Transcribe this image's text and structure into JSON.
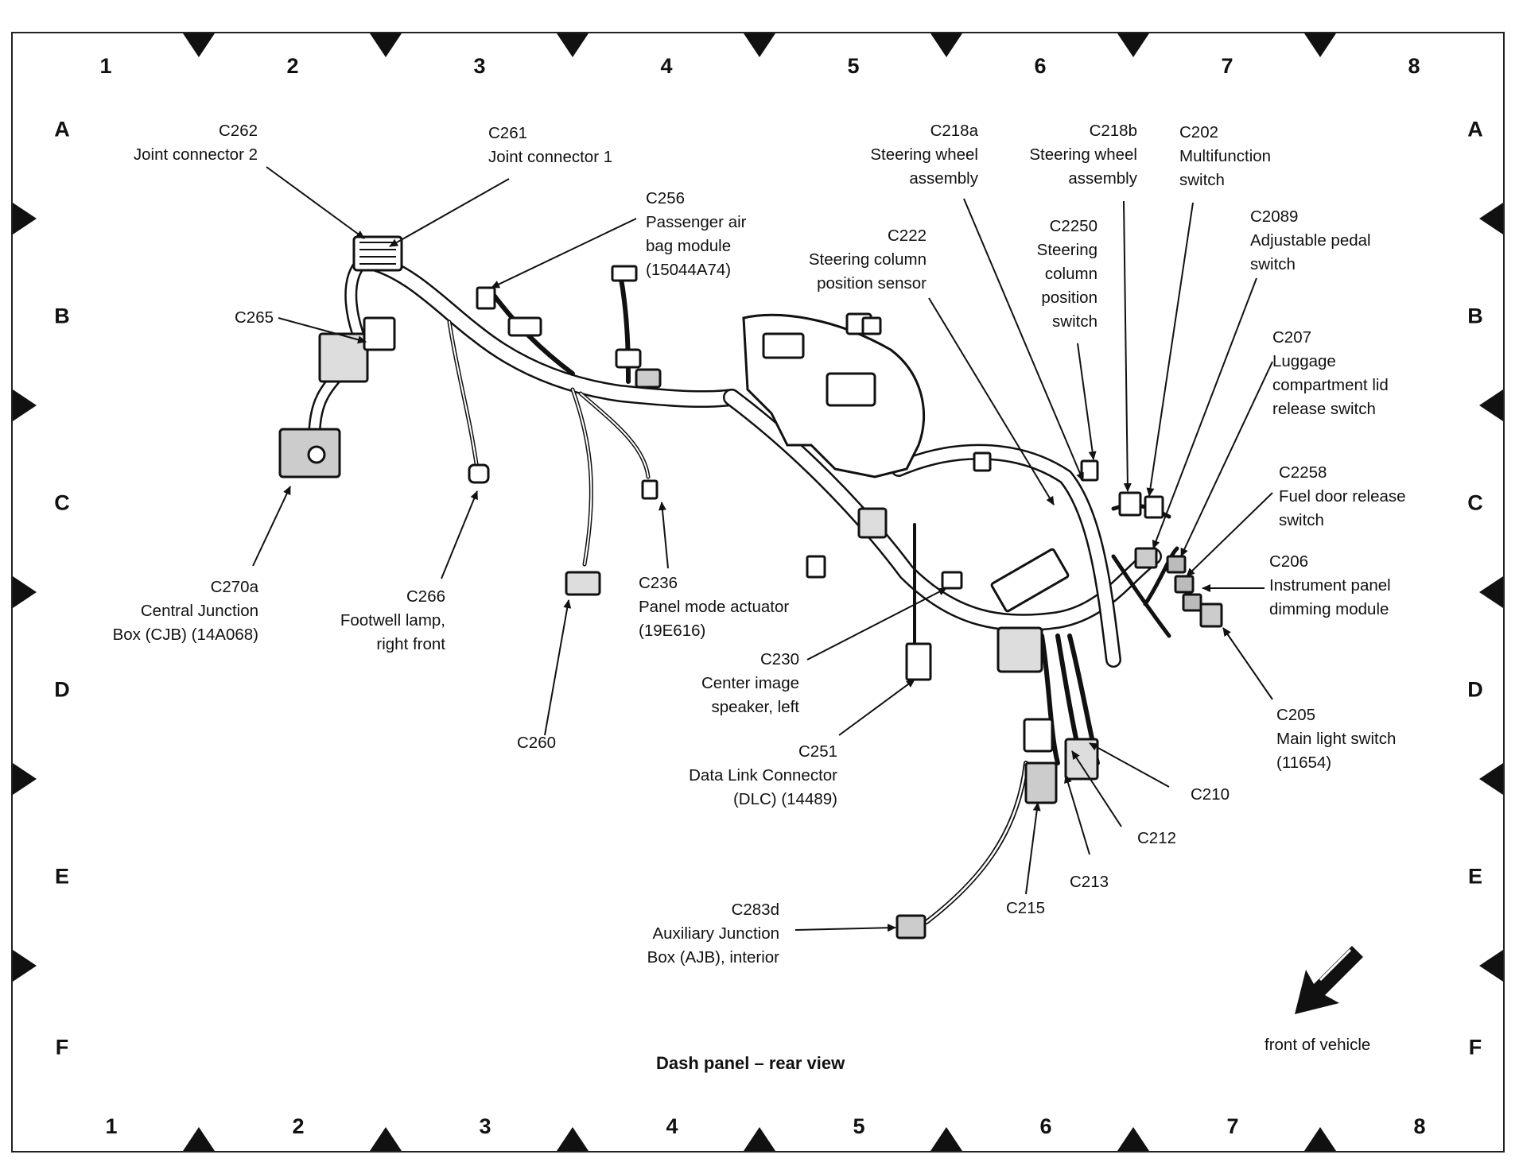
{
  "grid": {
    "columns": [
      "1",
      "2",
      "3",
      "4",
      "5",
      "6",
      "7",
      "8"
    ],
    "rows": [
      "A",
      "B",
      "C",
      "D",
      "E",
      "F"
    ]
  },
  "title": "Dash panel – rear view",
  "front_note": "front of vehicle",
  "callouts": [
    {
      "id": "c262",
      "code": "C262",
      "desc": "Joint connector 2"
    },
    {
      "id": "c261",
      "code": "C261",
      "desc": "Joint connector 1"
    },
    {
      "id": "c256",
      "code": "C256",
      "desc": "Passenger air\nbag module\n(15044A74)"
    },
    {
      "id": "c265",
      "code": "C265",
      "desc": ""
    },
    {
      "id": "c270a",
      "code": "C270a",
      "desc": "Central Junction\nBox (CJB) (14A068)"
    },
    {
      "id": "c266",
      "code": "C266",
      "desc": "Footwell lamp,\nright front"
    },
    {
      "id": "c260",
      "code": "C260",
      "desc": ""
    },
    {
      "id": "c236",
      "code": "C236",
      "desc": "Panel mode actuator\n(19E616)"
    },
    {
      "id": "c222",
      "code": "C222",
      "desc": "Steering column\nposition sensor"
    },
    {
      "id": "c218a",
      "code": "C218a",
      "desc": "Steering wheel\nassembly"
    },
    {
      "id": "c218b",
      "code": "C218b",
      "desc": "Steering wheel\nassembly"
    },
    {
      "id": "c2250",
      "code": "C2250",
      "desc": "Steering\ncolumn\nposition\nswitch"
    },
    {
      "id": "c202",
      "code": "C202",
      "desc": "Multifunction\nswitch"
    },
    {
      "id": "c2089",
      "code": "C2089",
      "desc": "Adjustable pedal\nswitch"
    },
    {
      "id": "c207",
      "code": "C207",
      "desc": "Luggage\ncompartment lid\nrelease switch"
    },
    {
      "id": "c2258",
      "code": "C2258",
      "desc": "Fuel door release\nswitch"
    },
    {
      "id": "c206",
      "code": "C206",
      "desc": "Instrument panel\ndimming module"
    },
    {
      "id": "c205",
      "code": "C205",
      "desc": "Main light switch\n(11654)"
    },
    {
      "id": "c230",
      "code": "C230",
      "desc": "Center image\nspeaker, left"
    },
    {
      "id": "c251",
      "code": "C251",
      "desc": "Data Link Connector\n(DLC) (14489)"
    },
    {
      "id": "c210",
      "code": "C210",
      "desc": ""
    },
    {
      "id": "c212",
      "code": "C212",
      "desc": ""
    },
    {
      "id": "c213",
      "code": "C213",
      "desc": ""
    },
    {
      "id": "c215",
      "code": "C215",
      "desc": ""
    },
    {
      "id": "c283d",
      "code": "C283d",
      "desc": "Auxiliary Junction\nBox (AJB), interior"
    }
  ]
}
